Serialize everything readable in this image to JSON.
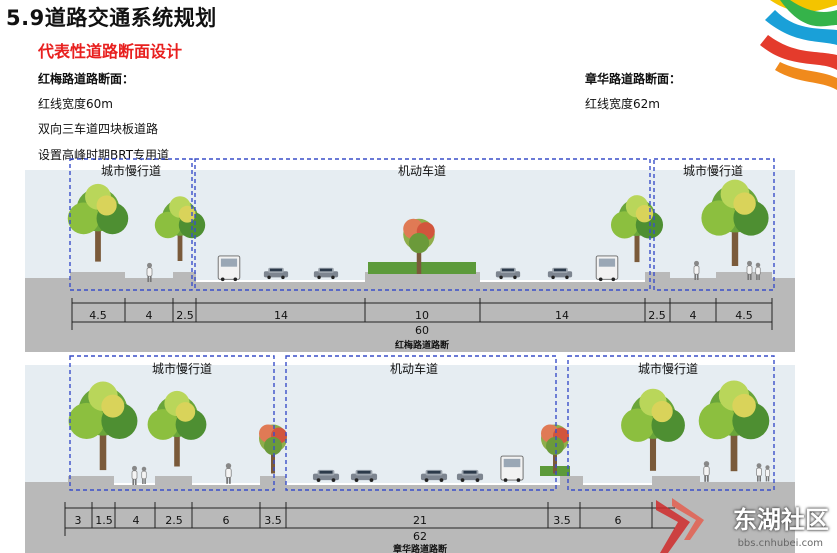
{
  "header": {
    "title": "5.9道路交通系统规划",
    "subtitle": "代表性道路断面设计"
  },
  "colors": {
    "title_red": "#e8201f",
    "zone_border": "#3a4fc9",
    "ground": "#b9b9b9",
    "sky": "#e6edf2",
    "watermark_accent": "#cf2a2a"
  },
  "road1": {
    "heading": "红梅路道路断面：",
    "lines": [
      "红线宽度60m",
      "双向三车道四块板道路",
      "设置高峰时期BRT专用道"
    ],
    "zones": [
      "城市慢行道",
      "机动车道",
      "城市慢行道"
    ],
    "segments": [
      "4.5",
      "4",
      "2.5",
      "14",
      "10",
      "14",
      "2.5",
      "4",
      "4.5"
    ],
    "total": "60",
    "caption": "红梅路道路断"
  },
  "road2": {
    "heading": "章华路道路断面：",
    "lines": [
      "红线宽度62m"
    ],
    "zones": [
      "城市慢行道",
      "机动车道",
      "城市慢行道"
    ],
    "segments": [
      "3",
      "1.5",
      "4",
      "2.5",
      "6",
      "3.5",
      "21",
      "3.5",
      "6"
    ],
    "total": "62",
    "caption": "章华路道路断"
  },
  "watermark": {
    "icon": "hubei-logo-icon",
    "name": "东湖社区",
    "url": "bbs.cnhubei.com"
  }
}
